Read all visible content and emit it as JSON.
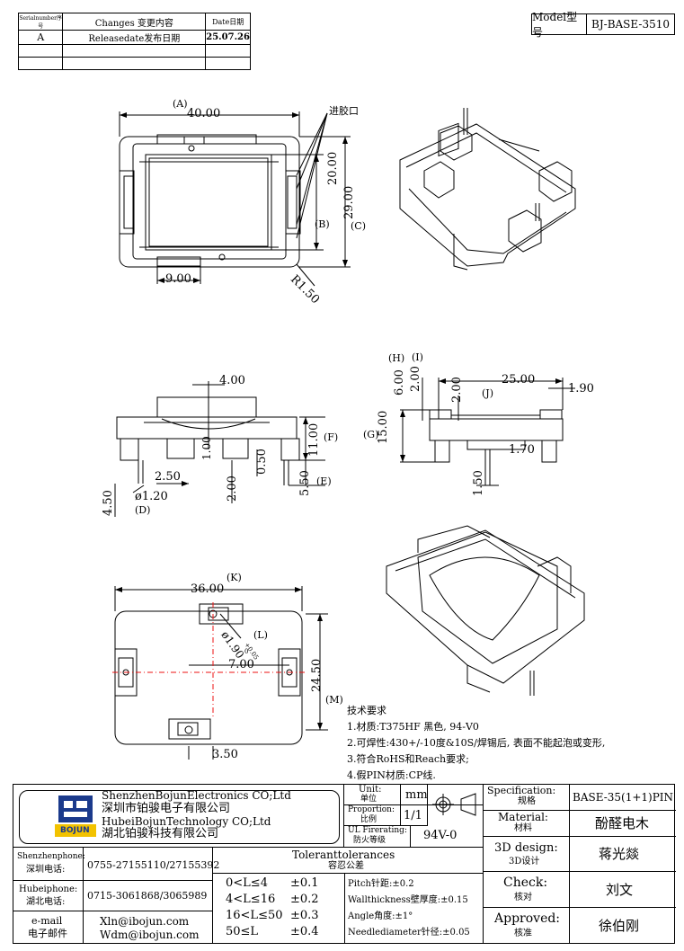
{
  "revision_table": {
    "headers": [
      "Serialnumber序号",
      "Changes 变更内容",
      "Date日期"
    ],
    "rows": [
      [
        "A",
        "Releasedate发布日期",
        "25.07.26"
      ],
      [
        "",
        "",
        ""
      ],
      [
        "",
        "",
        ""
      ]
    ]
  },
  "model": {
    "label": "Model型号",
    "value": "BJ-BASE-3510"
  },
  "top_view": {
    "labels": {
      "a": "(A)",
      "a_val": "40.00",
      "gate": "进胶口",
      "b": "(B)",
      "b_val": "20.00",
      "c": "(C)",
      "c_val": "29.00",
      "w9": "9.00",
      "r": "R1.50"
    }
  },
  "front_view": {
    "labels": {
      "v4": "4.00",
      "v100": "1.00",
      "v250": "2.50",
      "v200": "2.00",
      "v050": "0.50",
      "v1100": "11.00",
      "f": "(F)",
      "v550": "5.50",
      "e": "(E)",
      "v450": "4.50",
      "v120": "ø1.20",
      "d": "(D)"
    }
  },
  "side_view": {
    "labels": {
      "h": "(H)",
      "i": "(I)",
      "v600": "6.00",
      "v200a": "2.00",
      "v2500": "25.00",
      "v190": "1.90",
      "j": "(J)",
      "v200b": "2.00",
      "g": "(G)",
      "v1500": "15.00",
      "v170": "1.70",
      "v150": "1.50"
    }
  },
  "bottom_view": {
    "labels": {
      "k": "(K)",
      "v3600": "36.00",
      "l": "(L)",
      "hole": "ø1.90",
      "tol_up": "+0.05",
      "tol_dn": "0",
      "v700": "7.00",
      "v2450": "24.50",
      "m": "(M)",
      "v350": "3.50"
    }
  },
  "tech_requirements": {
    "title": "技术要求",
    "items": [
      "1.材质:T375HF 黑色, 94-V0",
      "2.可焊性:430+/-10度&10S/焊锡后, 表面不能起泡或变形,",
      "3.符合RoHS和Reach要求;",
      "4.假PIN材质:CP线."
    ]
  },
  "title_block": {
    "logo_text": "BOJUN",
    "company_en1": "ShenzhenBojunElectronics CO;Ltd",
    "company_cn1": "深圳市铂骏电子有限公司",
    "company_en2": "HubeiBojunTechnology CO;Ltd",
    "company_cn2": "湖北铂骏科技有限公司",
    "unit_label": "Unit:",
    "unit_label_cn": "单位",
    "unit_value": "mm",
    "proportion_label": "Proportion:",
    "proportion_label_cn": "比例",
    "proportion_value": "1/1",
    "ul_label": "UL Firerating:",
    "ul_label_cn": "防火等级",
    "ul_value": "94V-0",
    "spec_label": "Specification:",
    "spec_label_cn": "规格",
    "spec_value": "BASE-35(1+1)PIN",
    "material_label": "Material:",
    "material_label_cn": "材料",
    "material_value": "酚醛电木",
    "design_label": "3D design:",
    "design_label_cn": "3D设计",
    "design_value": "蒋光燚",
    "check_label": "Check:",
    "check_label_cn": "核对",
    "check_value": "刘文",
    "approved_label": "Approved:",
    "approved_label_cn": "核准",
    "approved_value": "徐伯刚",
    "sz_phone_label": "Shenzhenphone:",
    "sz_phone_label_cn": "深圳电话:",
    "sz_phone": "0755-27155110/27155392",
    "hb_phone_label": "Hubeiphone:",
    "hb_phone_label_cn": "湖北电话:",
    "hb_phone": "0715-3061868/3065989",
    "email_label": "e-mail",
    "email_label_cn": "电子邮件",
    "email1": "Xln@ibojun.com",
    "email2": "Wdm@ibojun.com",
    "tol_title": "Toleranttolerances",
    "tol_title_cn": "容忍公差",
    "tol_rows": [
      {
        "range": "0<L≤4",
        "tol": "±0.1"
      },
      {
        "range": "4<L≤16",
        "tol": "±0.2"
      },
      {
        "range": "16<L≤50",
        "tol": "±0.3"
      },
      {
        "range": "50≤L",
        "tol": "±0.4"
      }
    ],
    "pitch": "Pitch针距:±0.2",
    "wall": "Wallthickness壁厚度:±0.15",
    "angle": "Angle角度:±1°",
    "needle": "Needlediameter针径:±0.05"
  }
}
